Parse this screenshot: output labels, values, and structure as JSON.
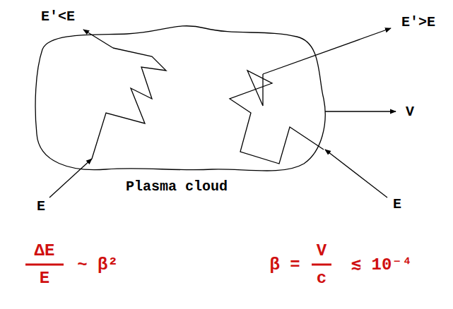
{
  "diagram": {
    "nodes": [
      {
        "text": [
          "Plasma cloud"
        ]
      }
    ],
    "labels": [
      "E'<E",
      "E'>E",
      "V",
      "E",
      "E",
      "ΔE",
      "E",
      "~ β²",
      "β =",
      "V",
      "c",
      "≲ 10⁻⁴"
    ]
  }
}
